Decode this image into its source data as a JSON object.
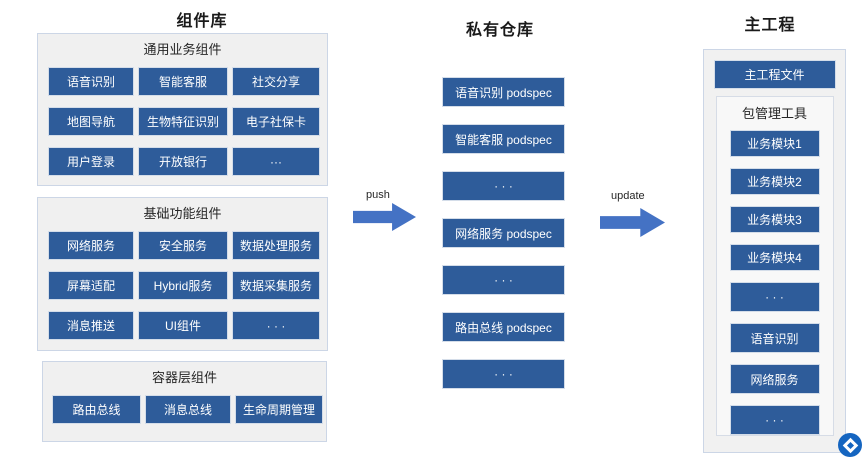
{
  "library": {
    "title": "组件库",
    "groups": [
      {
        "title": "通用业务组件",
        "buttons": [
          "语音识别",
          "智能客服",
          "社交分享",
          "地图导航",
          "生物特征识别",
          "电子社保卡",
          "用户登录",
          "开放银行",
          "···"
        ]
      },
      {
        "title": "基础功能组件",
        "buttons": [
          "网络服务",
          "安全服务",
          "数据处理服务",
          "屏幕适配",
          "Hybrid服务",
          "数据采集服务",
          "消息推送",
          "UI组件",
          "· · ·"
        ]
      },
      {
        "title": "容器层组件",
        "buttons": [
          "路由总线",
          "消息总线",
          "生命周期管理"
        ]
      }
    ]
  },
  "repo": {
    "title": "私有仓库",
    "items": [
      "语音识别 podspec",
      "智能客服 podspec",
      "· · ·",
      "网络服务 podspec",
      "· · ·",
      "路由总线 podspec",
      "· · ·"
    ]
  },
  "main": {
    "title": "主工程",
    "file_button": "主工程文件",
    "package_tool": {
      "title": "包管理工具",
      "items": [
        "业务模块1",
        "业务模块2",
        "业务模块3",
        "业务模块4",
        "· · ·",
        "语音识别",
        "网络服务",
        "· · ·"
      ]
    }
  },
  "arrows": {
    "push_label": "push",
    "update_label": "update"
  },
  "icons": {
    "watermark": "diamond-logo"
  },
  "colors": {
    "button_blue": "#2e5c9a",
    "arrow_blue": "#4472c4",
    "panel_bg": "#f0f0f0",
    "panel_border": "#ccd6e6",
    "logo_blue": "#1565c0"
  }
}
